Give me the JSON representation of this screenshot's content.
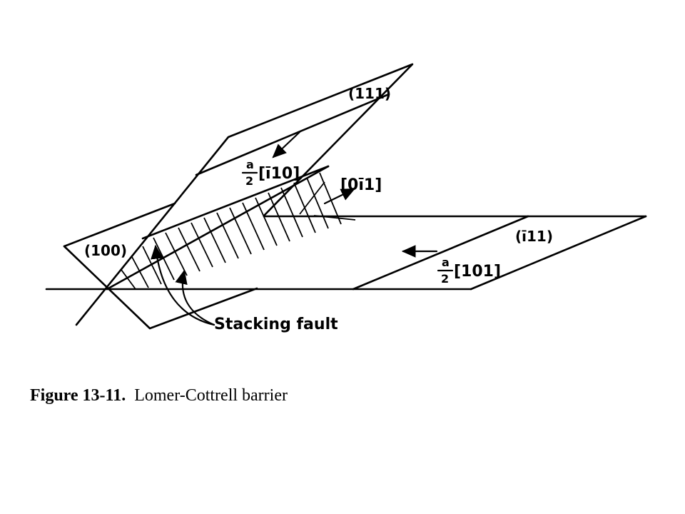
{
  "diagram": {
    "labels": {
      "plane_111": "(111)",
      "plane_100": "(100)",
      "plane_bar111": "(ī11)",
      "dir_0bar11": "[0ī1]",
      "burgers_1_frac_num": "a",
      "burgers_1_frac_den": "2",
      "burgers_1_vec": "[ī10]",
      "burgers_2_frac_num": "a",
      "burgers_2_frac_den": "2",
      "burgers_2_vec": "[101]",
      "stacking_fault": "Stacking fault"
    }
  },
  "caption": {
    "number": "Figure 13-11.",
    "text": "Lomer-Cottrell barrier"
  }
}
